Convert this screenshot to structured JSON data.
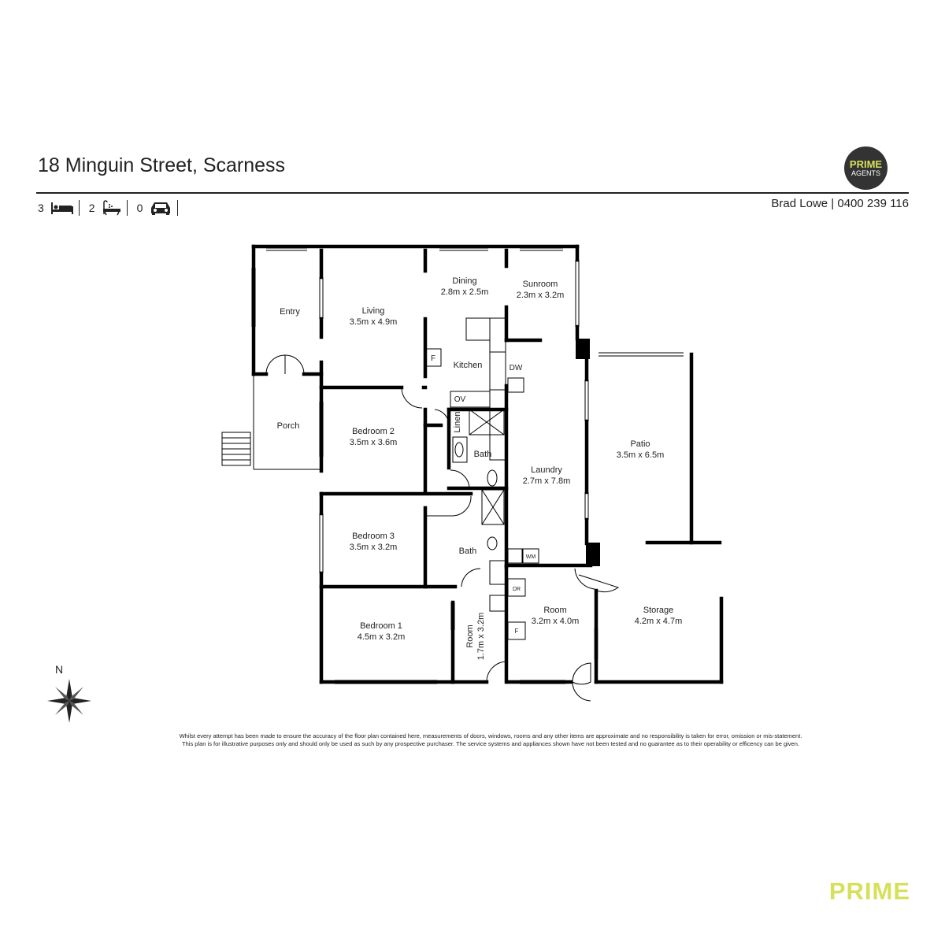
{
  "header": {
    "address": "18 Minguin Street, Scarness",
    "agent": "Brad Lowe | 0400 239 116",
    "features": [
      {
        "count": "3",
        "icon": "bed-icon"
      },
      {
        "count": "2",
        "icon": "bath-icon"
      },
      {
        "count": "0",
        "icon": "car-icon"
      }
    ]
  },
  "logo": {
    "line1": "PRIME",
    "line2": "AGENTS"
  },
  "rooms": {
    "entry": {
      "name": "Entry"
    },
    "living": {
      "name": "Living",
      "size": "3.5m x 4.9m"
    },
    "dining": {
      "name": "Dining",
      "size": "2.8m x 2.5m"
    },
    "sunroom": {
      "name": "Sunroom",
      "size": "2.3m x 3.2m"
    },
    "kitchen": {
      "name": "Kitchen"
    },
    "porch": {
      "name": "Porch"
    },
    "bedroom2": {
      "name": "Bedroom 2",
      "size": "3.5m x 3.6m"
    },
    "bath_upper": {
      "name": "Bath"
    },
    "linen": {
      "name": "Linen"
    },
    "laundry": {
      "name": "Laundry",
      "size": "2.7m x 7.8m"
    },
    "patio": {
      "name": "Patio",
      "size": "3.5m x 6.5m"
    },
    "bedroom3": {
      "name": "Bedroom 3",
      "size": "3.5m x 3.2m"
    },
    "bath_lower": {
      "name": "Bath"
    },
    "bedroom1": {
      "name": "Bedroom 1",
      "size": "4.5m x 3.2m"
    },
    "small_room": {
      "name": "Room",
      "size": "1.7m x 3.2m"
    },
    "room": {
      "name": "Room",
      "size": "3.2m x 4.0m"
    },
    "storage": {
      "name": "Storage",
      "size": "4.2m x 4.7m"
    }
  },
  "fixtures": {
    "fridge_kitchen": "F",
    "dishwasher": "DW",
    "oven": "OV",
    "washing_machine": "WM",
    "dryer": "DR",
    "fridge_room": "F"
  },
  "compass": {
    "north": "N"
  },
  "disclaimer": {
    "line1": "Whilst every attempt has been made to ensure the accuracy of the floor plan contained here, measurements of doors, windows, rooms and any other items are approximate and no responsibility is taken for error, omission or mis-statement.",
    "line2": "This plan is for illustrative purposes only and should only be used as such by any prospective purchaser. The service systems and appliances shown have not been tested and no guarantee as to their operability or efficency can be given."
  },
  "brand": "PRIME",
  "colors": {
    "wall": "#000000",
    "accent": "#d7e05a",
    "logo_bg": "#333333"
  }
}
